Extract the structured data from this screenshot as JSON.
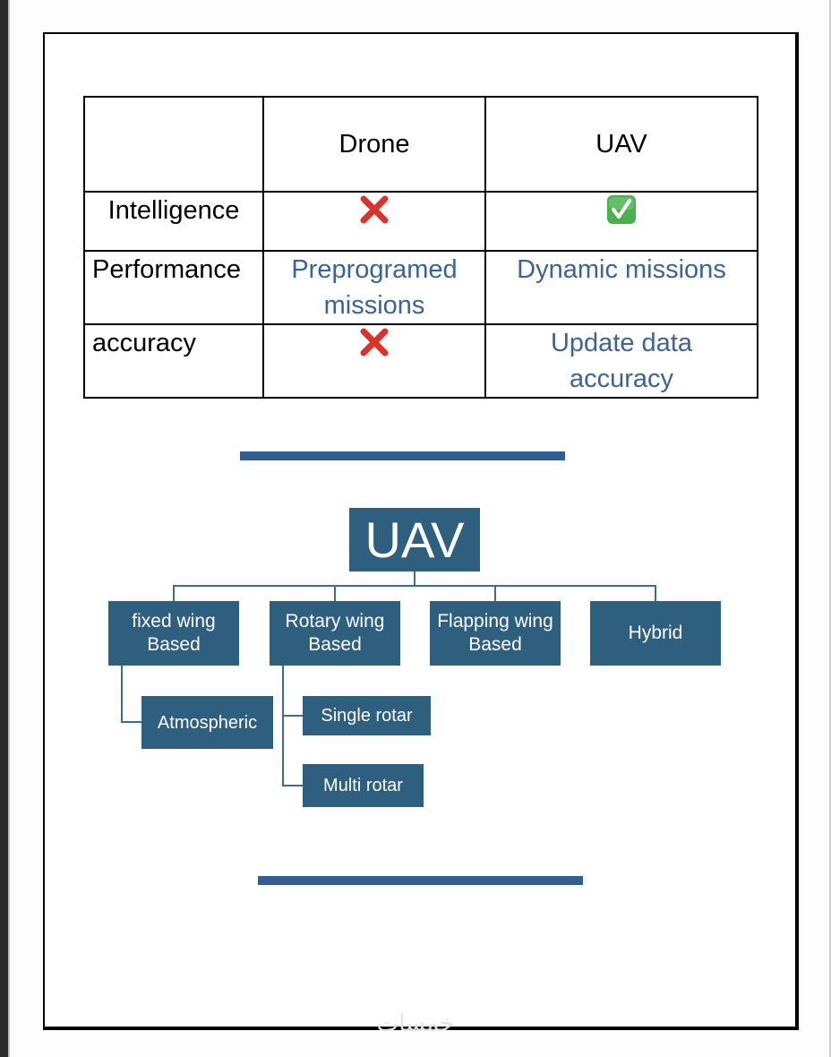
{
  "table": {
    "headers": [
      "",
      "Drone",
      "UAV"
    ],
    "rows": [
      {
        "label": "Intelligence",
        "drone": {
          "icon": "cross-mark-icon"
        },
        "uav": {
          "icon": "check-mark-icon"
        }
      },
      {
        "label": "Performance",
        "drone": {
          "text": "Preprogramed missions"
        },
        "uav": {
          "text": "Dynamic missions"
        }
      },
      {
        "label": "accuracy",
        "drone": {
          "icon": "cross-mark-icon"
        },
        "uav": {
          "text": "Update data accuracy"
        }
      }
    ]
  },
  "colors": {
    "accent_text": "#3b6496",
    "node_fill": "#2f5f7e",
    "divider": "#325f93",
    "cross": "#d9342b",
    "check": "#4caf50"
  },
  "org_chart": {
    "root": "UAV",
    "children": [
      {
        "label": "fixed wing Based",
        "children": [
          "Atmospheric"
        ]
      },
      {
        "label": "Rotary wing Based",
        "children": [
          "Single rotar",
          "Multi rotar"
        ]
      },
      {
        "label": "Flapping wing Based",
        "children": []
      },
      {
        "label": "Hybrid",
        "children": []
      }
    ]
  },
  "watermark": "خمسات"
}
